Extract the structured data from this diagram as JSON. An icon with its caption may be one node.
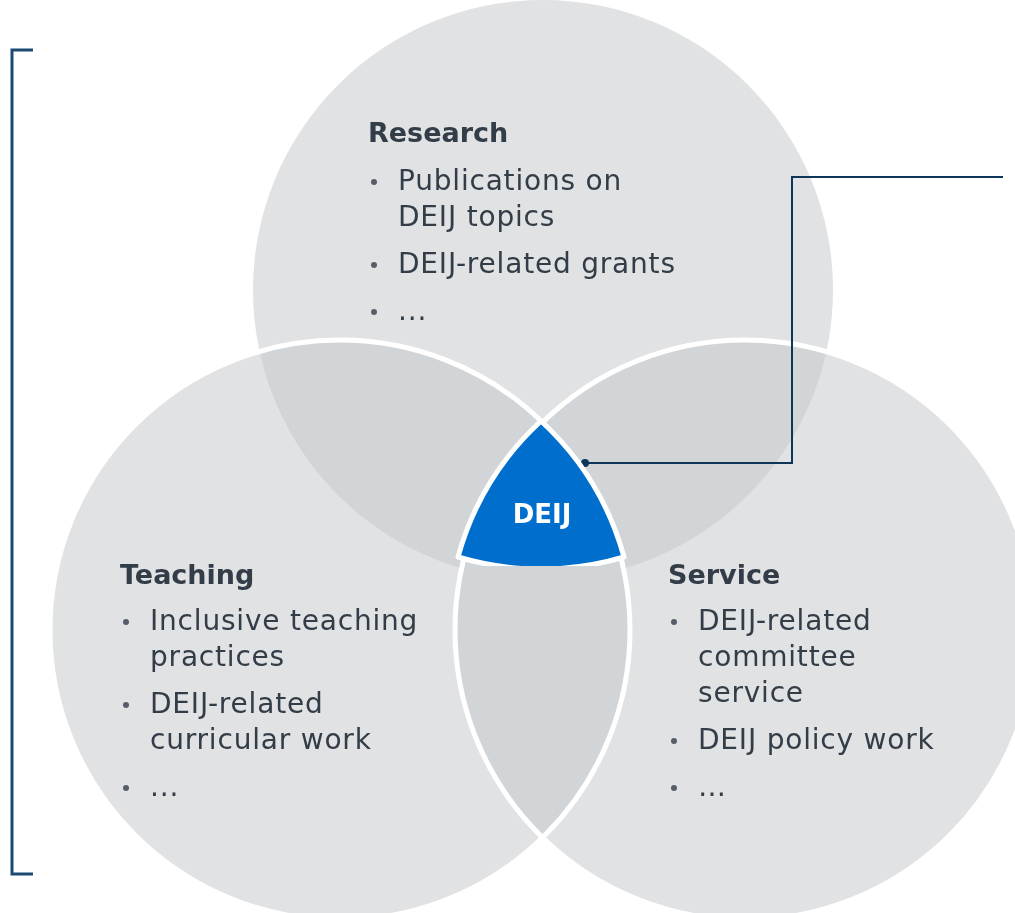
{
  "diagram": {
    "nodes": [
      {
        "text": [
          "Research",
          "Publications on DEIJ topics",
          "DEIJ-related grants",
          "..."
        ]
      },
      {
        "text": [
          "DEIJ"
        ]
      },
      {
        "text": [
          "Teaching",
          "Inclusive teaching practices",
          "DEIJ-related curricular work",
          "..."
        ]
      },
      {
        "text": [
          "Service",
          "DEIJ-related committee service",
          "DEIJ policy work",
          "…"
        ]
      }
    ],
    "edges": [
      {
        "from": null,
        "to": 1,
        "arrow": "other"
      }
    ]
  }
}
